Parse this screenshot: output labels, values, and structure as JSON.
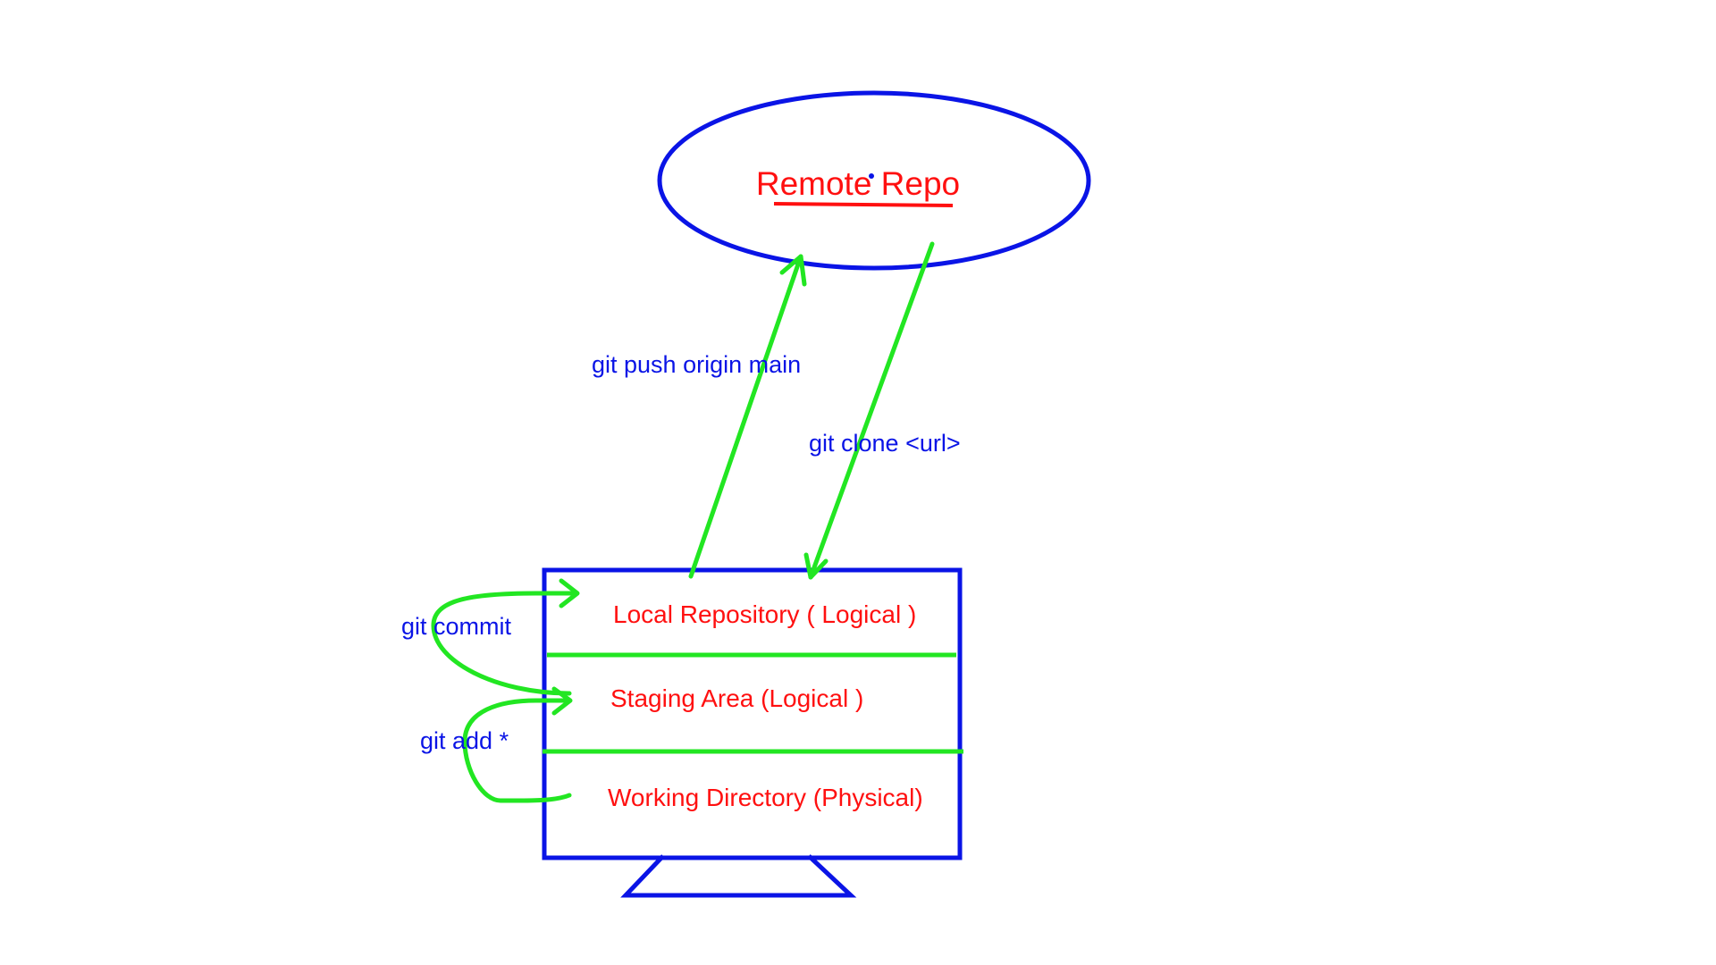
{
  "remote": {
    "label": "Remote Repo"
  },
  "computer": {
    "sections": [
      {
        "label": "Local Repository ( Logical )"
      },
      {
        "label": "Staging Area (Logical )"
      },
      {
        "label": "Working Directory (Physical)"
      }
    ]
  },
  "commands": {
    "push": "git push origin main",
    "clone": "git clone <url>",
    "commit": "git commit",
    "add": "git add *"
  },
  "colors": {
    "shape": "#0a14e6",
    "arrow": "#22e622",
    "section_text": "#ff1010",
    "command_text": "#0a14e6"
  }
}
